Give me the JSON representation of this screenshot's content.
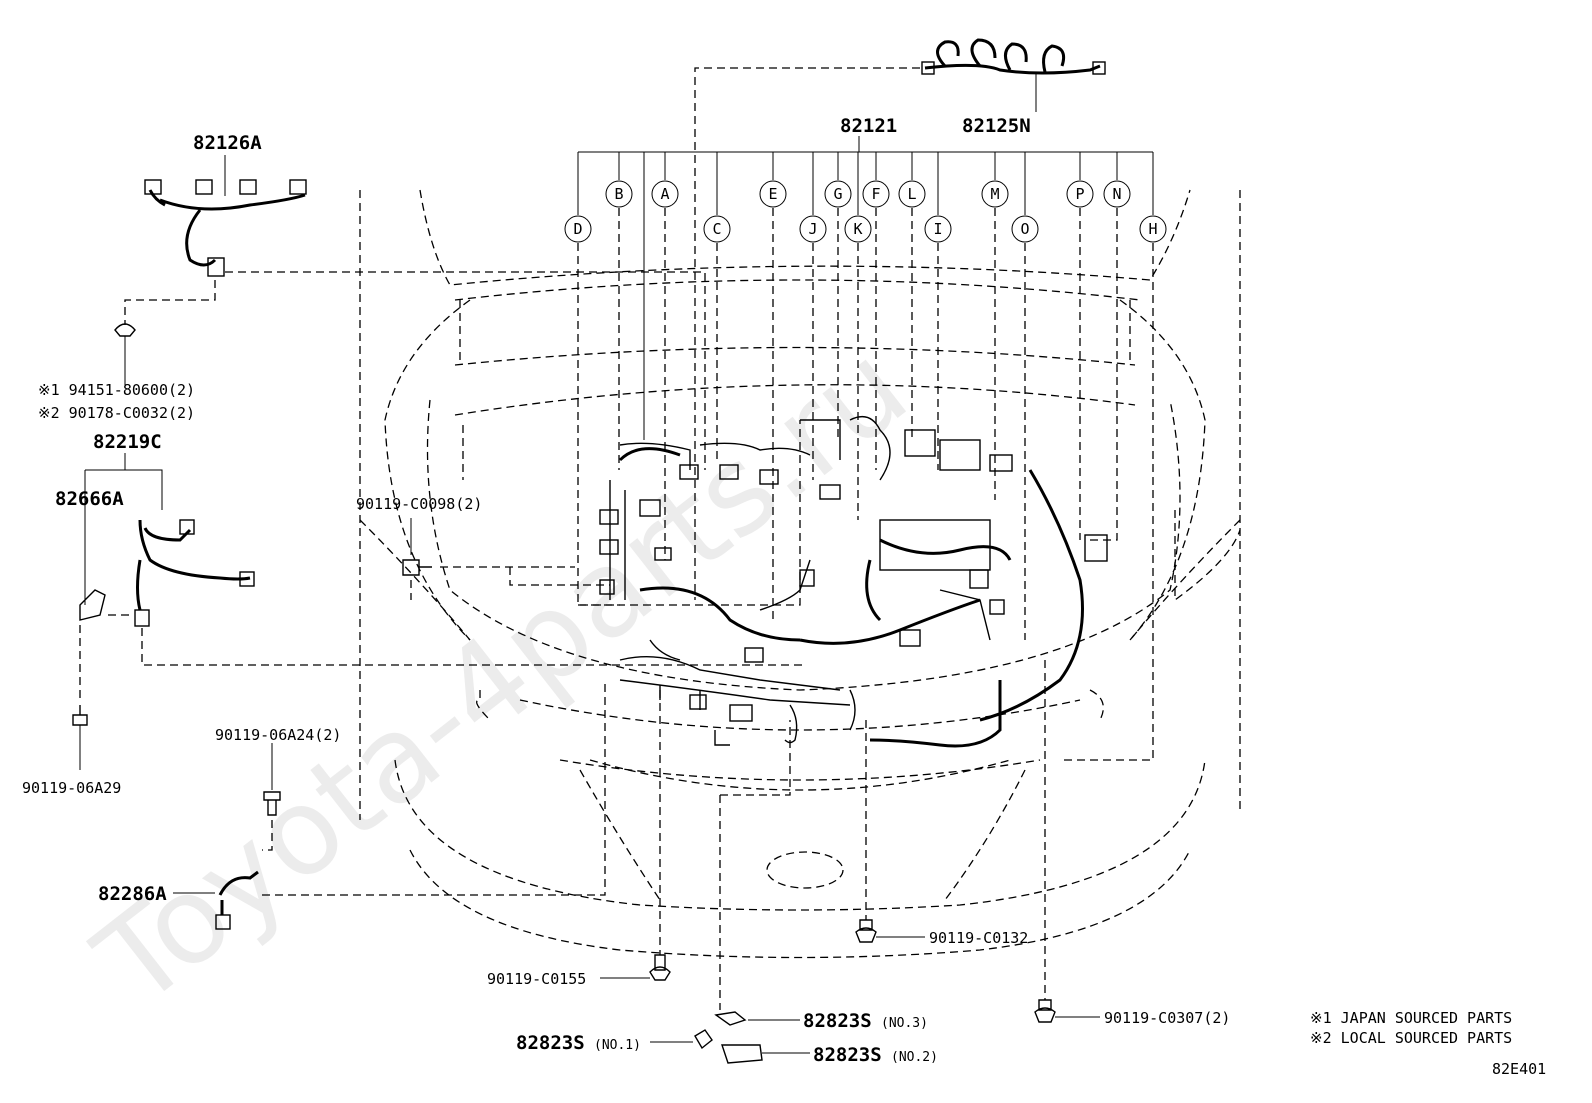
{
  "watermark": "Toyota-4parts.ru",
  "part_labels": {
    "p82125N": "82125N",
    "p82121": "82121",
    "p82126A": "82126A",
    "p82219C": "82219C",
    "p82666A": "82666A",
    "p82286A": "82286A",
    "bolt_c0098": "90119-C0098(2)",
    "bolt_06a24": "90119-06A24(2)",
    "bolt_06a29": "90119-06A29",
    "bolt_c0155": "90119-C0155",
    "bolt_c0132": "90119-C0132",
    "bolt_c0307": "90119-C0307(2)",
    "clip_80600": "※1 94151-80600(2)",
    "clip_c0032": "※2 90178-C0032(2)",
    "p82823S_no3": "82823S",
    "p82823S_no3_suffix": "(NO.3)",
    "p82823S_no1": "82823S",
    "p82823S_no1_suffix": "(NO.1)",
    "p82823S_no2": "82823S",
    "p82823S_no2_suffix": "(NO.2)"
  },
  "callouts": {
    "A": "A",
    "B": "B",
    "C": "C",
    "D": "D",
    "E": "E",
    "F": "F",
    "G": "G",
    "H": "H",
    "I": "I",
    "J": "J",
    "K": "K",
    "L": "L",
    "M": "M",
    "N": "N",
    "O": "O",
    "P": "P"
  },
  "legend": {
    "note1": "※1 JAPAN SOURCED PARTS",
    "note2": "※2 LOCAL SOURCED PARTS"
  },
  "diagram_code": "82E401"
}
